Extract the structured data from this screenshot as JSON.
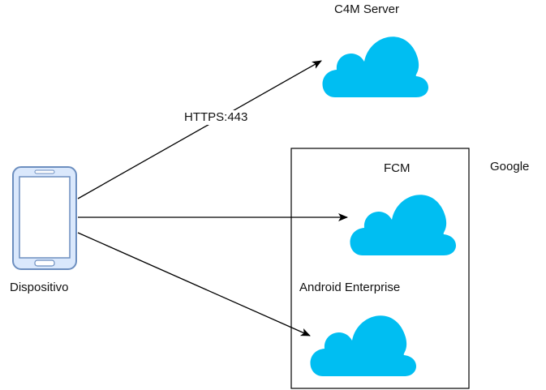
{
  "nodes": {
    "device": {
      "label": "Dispositivo",
      "icon": "smartphone-icon"
    },
    "c4m": {
      "label": "C4M Server",
      "icon": "cloud-icon"
    },
    "fcm": {
      "label": "FCM",
      "icon": "cloud-icon"
    },
    "android_enterprise": {
      "label": "Android Enterprise",
      "icon": "cloud-icon"
    }
  },
  "group": {
    "label": "Google"
  },
  "edges": [
    {
      "from": "device",
      "to": "c4m",
      "label": "HTTPS:443"
    },
    {
      "from": "device",
      "to": "fcm",
      "label": ""
    },
    {
      "from": "device",
      "to": "android_enterprise",
      "label": ""
    }
  ],
  "colors": {
    "cloud_fill": "#00BEF2",
    "phone_stroke": "#6C8EBF",
    "phone_fill": "#DAE8FC",
    "line": "#000000"
  }
}
